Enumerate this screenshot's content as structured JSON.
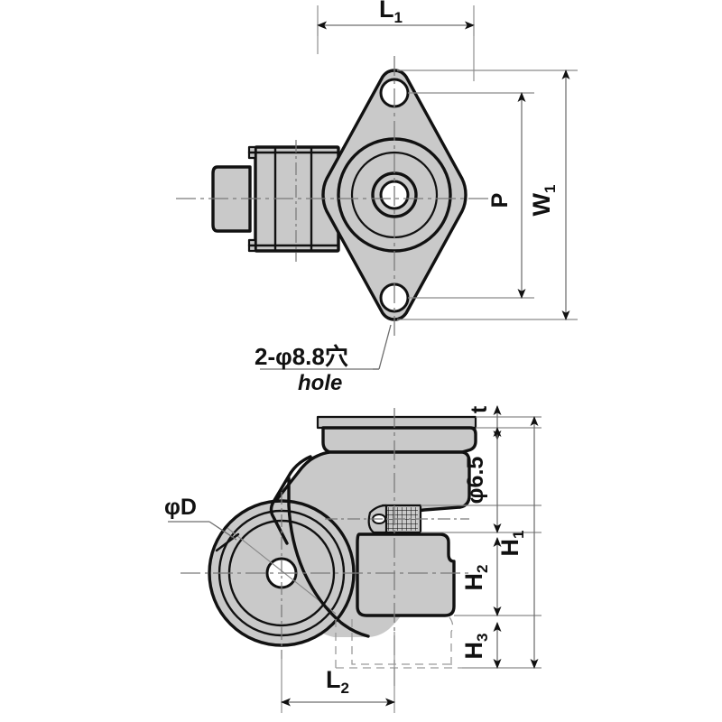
{
  "drawing": {
    "title": "Caster with triangular mounting plate — 2-view technical drawing",
    "type": "engineering-drawing",
    "views": [
      {
        "name": "top-view",
        "description": "Plan view of swivel caster top plate"
      },
      {
        "name": "side-view",
        "description": "Elevation view of swivel caster with wheel"
      }
    ],
    "colors": {
      "part_fill": "#c9c9c9",
      "outline": "#111111",
      "dimension_line": "#6d6d6d",
      "center_line": "#7a7a7a",
      "background": "#ffffff"
    }
  },
  "top_view": {
    "dimensions": {
      "l1": "L",
      "l1_sub": "1",
      "p": "P",
      "w1": "W",
      "w1_sub": "1"
    },
    "note": {
      "line1": "2-φ8.8穴",
      "line2": "hole",
      "count": "2",
      "hole_diameter": "8.8"
    }
  },
  "side_view": {
    "dimensions": {
      "phi_d": "φD",
      "t": "t",
      "phi_6_5": "φ6.5",
      "h1": "H",
      "h1_sub": "1",
      "h2": "H",
      "h2_sub": "2",
      "h3": "H",
      "h3_sub": "3",
      "l2": "L",
      "l2_sub": "2"
    }
  }
}
